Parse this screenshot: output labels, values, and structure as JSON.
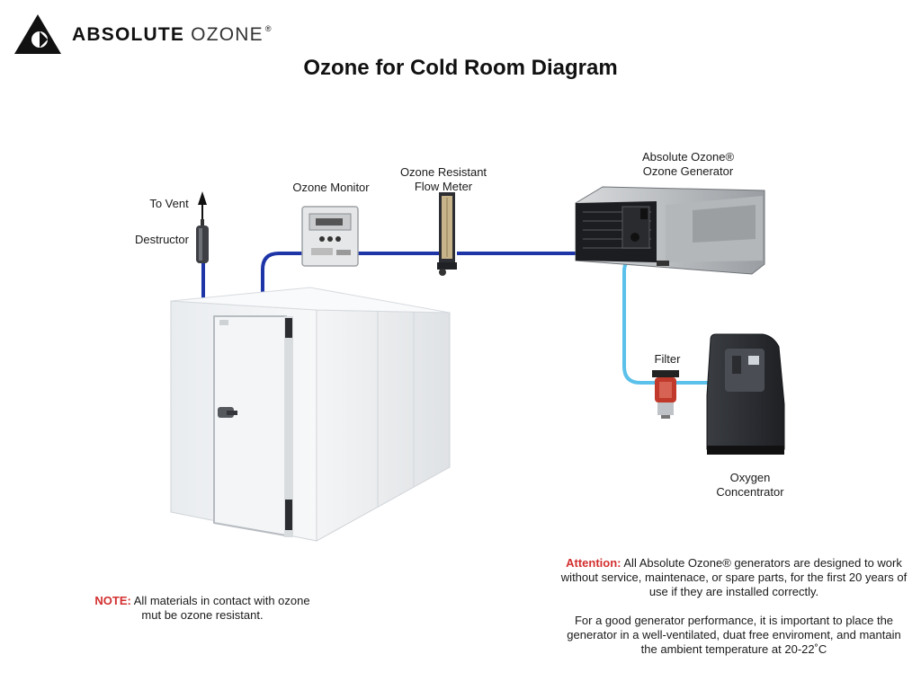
{
  "logo": {
    "word1": "ABSOLUTE",
    "word2": "OZONE",
    "reg": "®"
  },
  "title": "Ozone for Cold Room Diagram",
  "labels": {
    "to_vent": "To Vent",
    "destructor": "Destructor",
    "ozone_monitor": "Ozone Monitor",
    "flow_meter_1": "Ozone Resistant",
    "flow_meter_2": "Flow Meter",
    "generator_1": "Absolute Ozone®",
    "generator_2": "Ozone Generator",
    "filter": "Filter",
    "oxygen_1": "Oxygen",
    "oxygen_2": "Concentrator"
  },
  "note": {
    "prefix": "NOTE:",
    "text": "All materials in contact with ozone mut be ozone resistant."
  },
  "attention": {
    "prefix": "Attention:",
    "text1": "All Absolute Ozone® generators are designed to work without service, maintenace, or spare parts, for the first 20 years of use if they are installed correctly.",
    "text2": "For a good generator performance, it is important to place the generator in a well-ventilated, duat free enviroment, and mantain the ambient temperature at 20-22˚C"
  },
  "colors": {
    "ozone_line": "#1e35a8",
    "oxygen_line": "#5bc0ea",
    "note_red": "#d32f2f"
  }
}
